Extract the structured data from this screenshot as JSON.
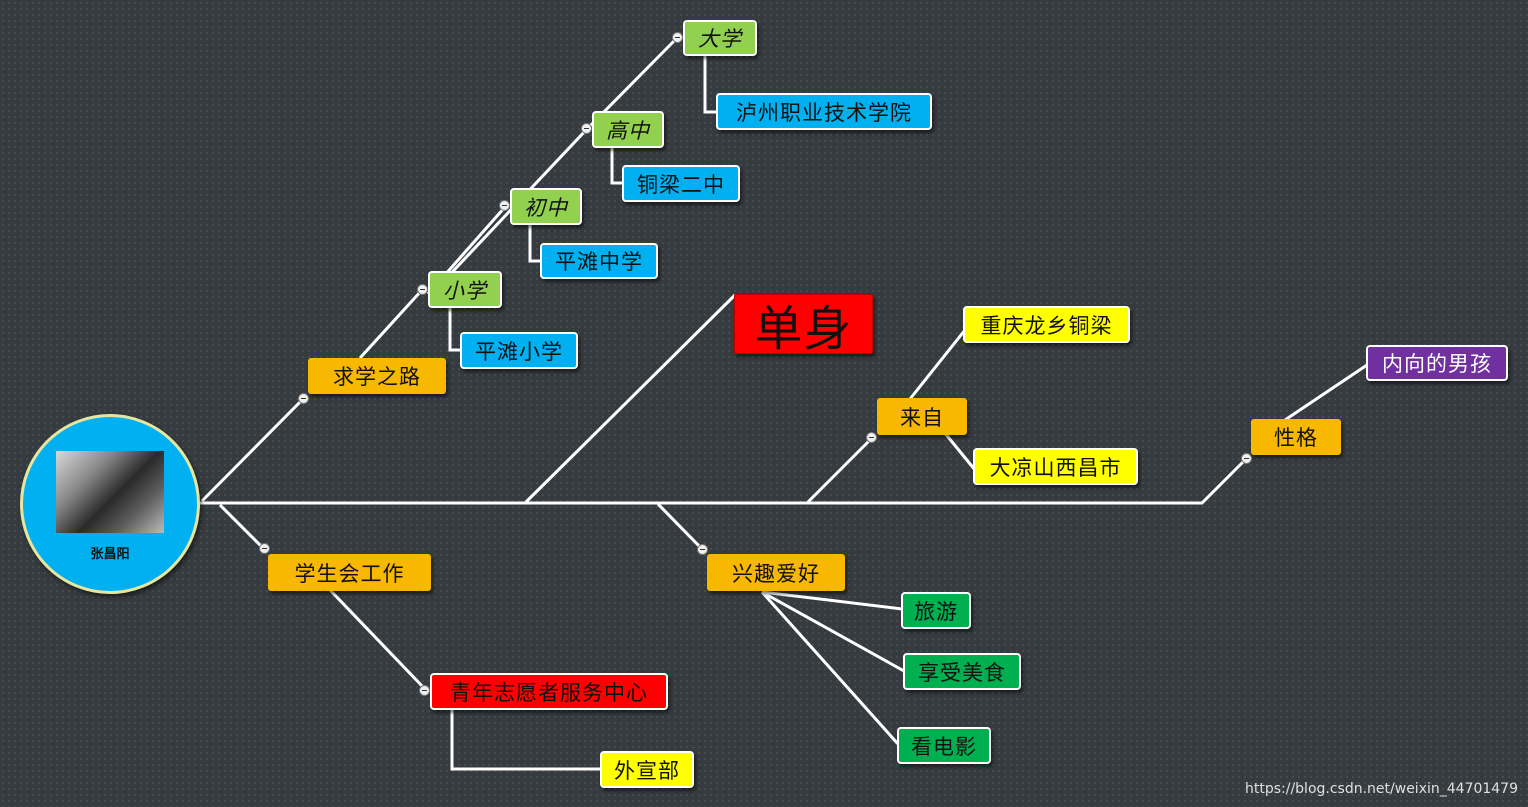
{
  "root": {
    "name": "张昌阳"
  },
  "nodes": {
    "study_path": "求学之路",
    "primary": "小学",
    "primary_school": "平滩小学",
    "junior": "初中",
    "junior_school": "平滩中学",
    "senior": "高中",
    "senior_school": "铜梁二中",
    "university": "大学",
    "university_school": "泸州职业技术学院",
    "single": "单身",
    "from": "来自",
    "from_chongqing": "重庆龙乡铜梁",
    "from_liangshan": "大凉山西昌市",
    "personality": "性格",
    "introvert": "内向的男孩",
    "student_union": "学生会工作",
    "volunteer": "青年志愿者服务中心",
    "publicity": "外宣部",
    "hobbies": "兴趣爱好",
    "travel": "旅游",
    "food": "享受美食",
    "movies": "看电影"
  },
  "watermark": "https://blog.csdn.net/weixin_44701479"
}
